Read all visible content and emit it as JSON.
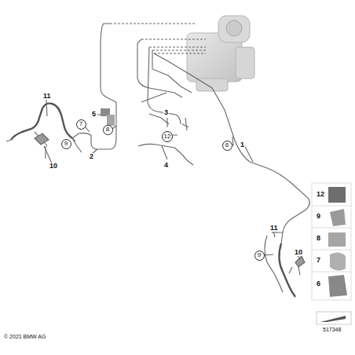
{
  "diagram": {
    "nodes": [
      {
        "text": [
          "7"
        ]
      },
      {
        "text": [
          "8"
        ]
      },
      {
        "text": [
          "12"
        ]
      },
      {
        "text": [
          "9"
        ]
      },
      {
        "text": [
          "6"
        ]
      },
      {
        "text": [
          "9"
        ]
      }
    ],
    "edges": [],
    "labels": [
      "11",
      "5",
      "3",
      "2",
      "4",
      "10",
      "1",
      "11",
      "10",
      "12",
      "9",
      "8",
      "7",
      "6",
      "© 2021 BMW AG",
      "517348"
    ]
  }
}
